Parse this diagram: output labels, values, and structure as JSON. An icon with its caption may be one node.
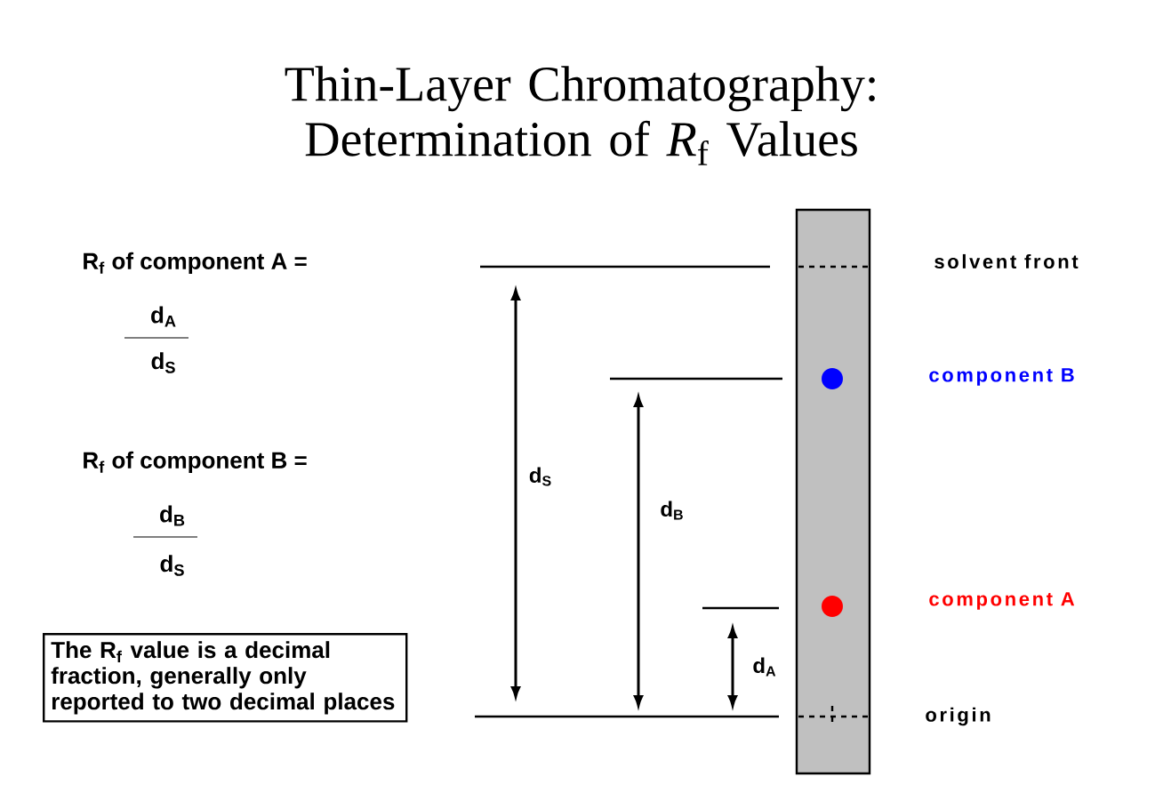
{
  "diagram": {
    "title": "Thin-Layer Chromatography: Determination of *R*$_{f}$ Values",
    "nodes": [
      {
        "text": [
          "The R$_{f}$ value is a decimal fraction, generally only reported to two decimal places"
        ]
      }
    ],
    "edges": [],
    "labels": [
      "R$_{f}$ of component A =",
      "d$_{A}$",
      "d$_{S}$",
      "solvent front",
      "component B",
      "d$_{S}$",
      "R$_{f}$ of component B =",
      "d$_{B}$",
      "d$_{B}$",
      "d$_{S}$",
      "component A",
      "d$_{A}$",
      "origin"
    ]
  }
}
